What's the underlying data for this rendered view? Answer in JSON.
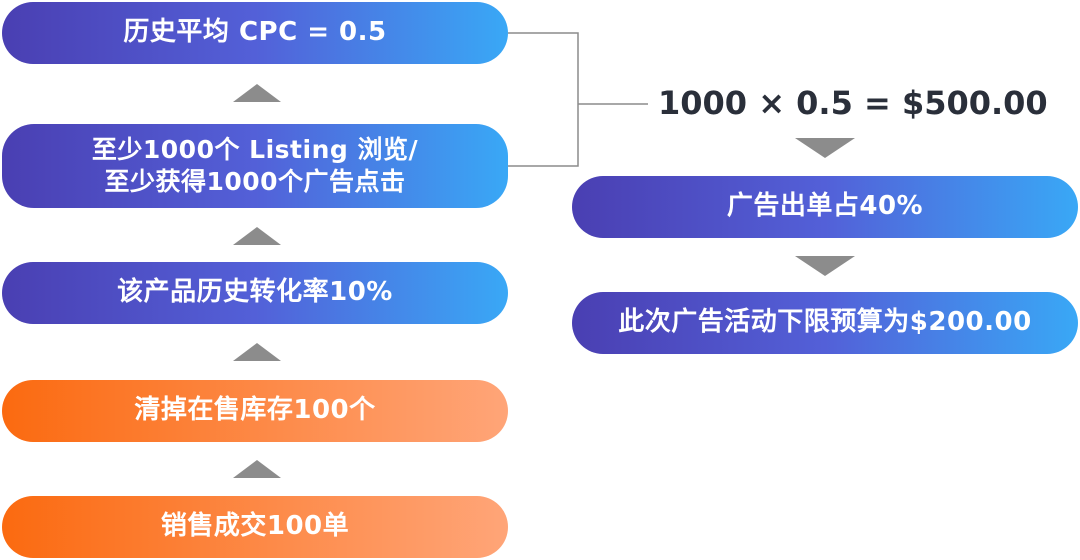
{
  "left_chain": {
    "box1": "历史平均 CPC = 0.5",
    "box2_line1": "至少1000个 Listing 浏览/",
    "box2_line2": "至少获得1000个广告点击",
    "box3": "该产品历史转化率10%",
    "box4": "清掉在售库存100个",
    "box5": "销售成交100单"
  },
  "right_chain": {
    "formula": "1000 × 0.5 = $500.00",
    "box1": "广告出单占40%",
    "box2": "此次广告活动下限预算为$200.00"
  },
  "colors": {
    "blue_start": "#4a3fb2",
    "blue_end": "#39a8f6",
    "orange_start": "#fb6a10",
    "orange_end": "#ffa578",
    "arrow": "#8c8c8c",
    "connector": "#8c8c8c",
    "formula_text": "#2a2f3a"
  }
}
